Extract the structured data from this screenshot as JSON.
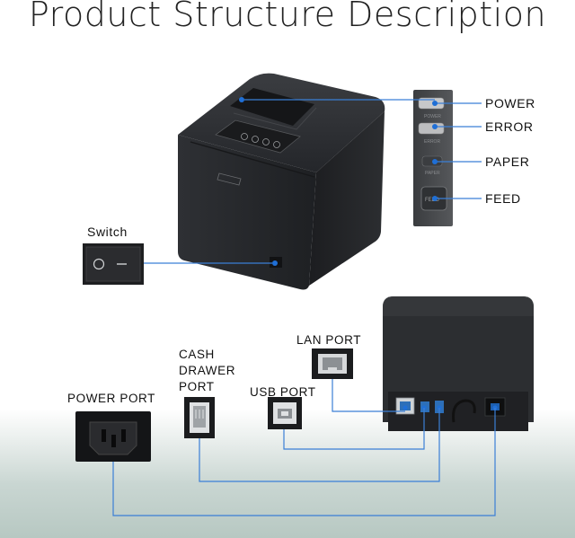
{
  "title": "Product Structure Description",
  "labels": {
    "power": "POWER",
    "error": "ERROR",
    "paper": "PAPER",
    "feed": "FEED",
    "switch": "Switch",
    "lan_port": "LAN PORT",
    "cash_drawer_line1": "CASH",
    "cash_drawer_line2": "DRAWER",
    "cash_drawer_line3": "PORT",
    "usb_port": "USB PORT",
    "power_port": "POWER PORT",
    "button_feed": "FEED"
  },
  "colors": {
    "connector_line": "#3b7fd6",
    "printer_body": "#2b2d30",
    "panel_bg": "#4a4c4f"
  }
}
